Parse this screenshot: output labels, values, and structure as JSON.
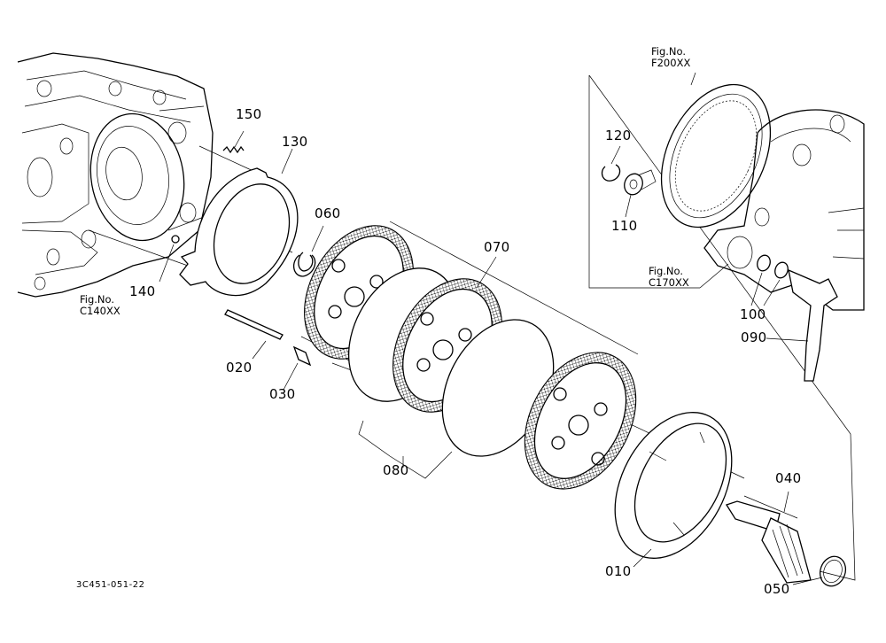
{
  "diagram_code": "3C451-051-22",
  "part_labels": [
    {
      "id": "p150",
      "text": "150"
    },
    {
      "id": "p130",
      "text": "130"
    },
    {
      "id": "p060",
      "text": "060"
    },
    {
      "id": "p140",
      "text": "140"
    },
    {
      "id": "p020",
      "text": "020"
    },
    {
      "id": "p030",
      "text": "030"
    },
    {
      "id": "p070",
      "text": "070"
    },
    {
      "id": "p080",
      "text": "080"
    },
    {
      "id": "p010",
      "text": "010"
    },
    {
      "id": "p040",
      "text": "040"
    },
    {
      "id": "p050",
      "text": "050"
    },
    {
      "id": "p120",
      "text": "120"
    },
    {
      "id": "p110",
      "text": "110"
    },
    {
      "id": "p100",
      "text": "100"
    },
    {
      "id": "p090",
      "text": "090"
    }
  ],
  "figure_refs": {
    "c140": {
      "line1": "Fig.No.",
      "line2": "C140XX"
    },
    "f200": {
      "line1": "Fig.No.",
      "line2": "F200XX"
    },
    "c170": {
      "line1": "Fig.No.",
      "line2": "C170XX"
    }
  }
}
